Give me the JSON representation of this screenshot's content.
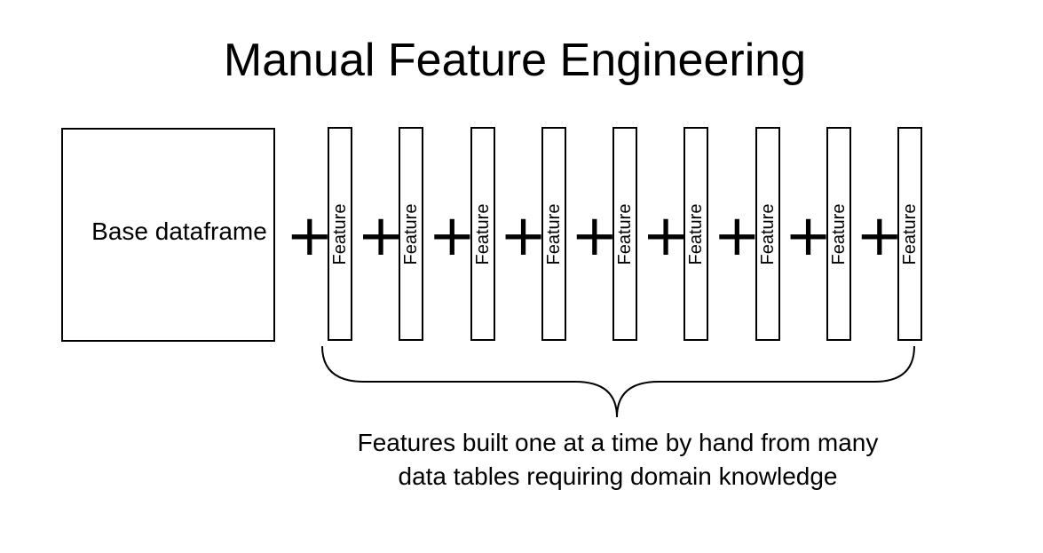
{
  "title": "Manual Feature Engineering",
  "base": {
    "label": "Base dataframe"
  },
  "plus_symbol": "+",
  "features": [
    "Feature",
    "Feature",
    "Feature",
    "Feature",
    "Feature",
    "Feature",
    "Feature",
    "Feature",
    "Feature"
  ],
  "caption": {
    "line1": "Features built one at a time by hand from many",
    "line2": "data tables requiring domain knowledge"
  }
}
